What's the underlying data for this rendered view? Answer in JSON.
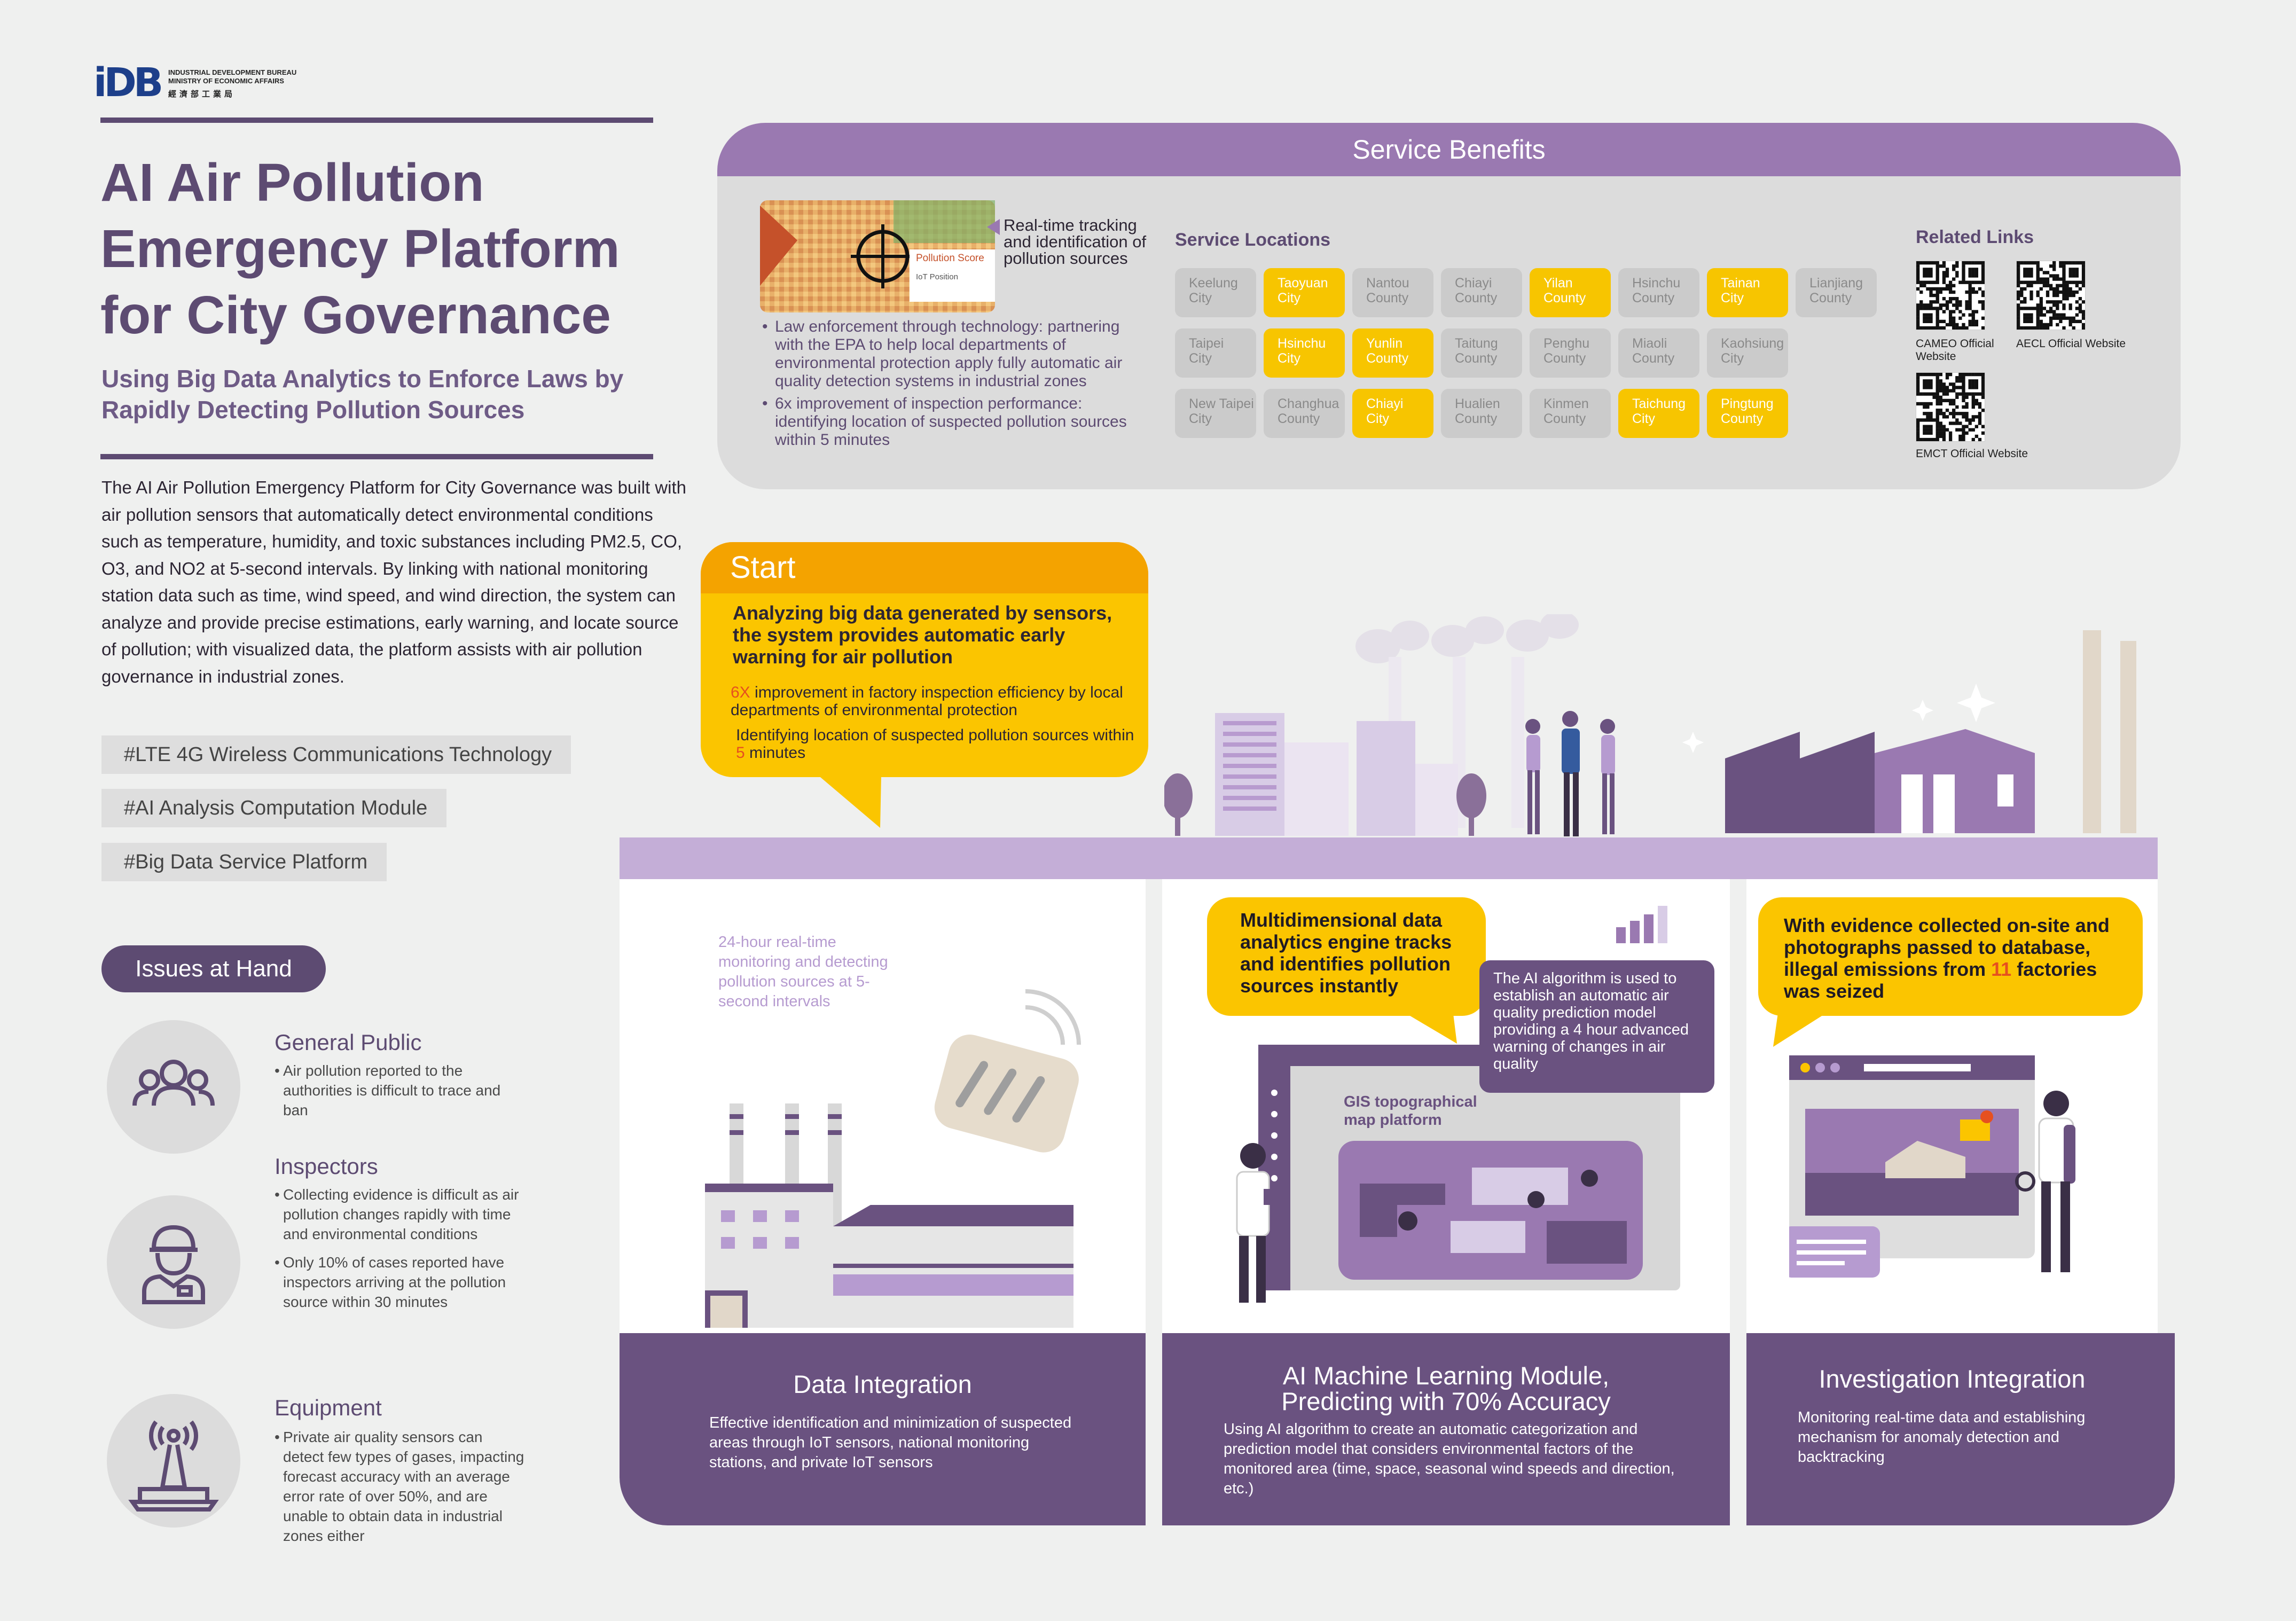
{
  "logo": {
    "mark_a": "iD",
    "mark_b": "B",
    "en_line1": "INDUSTRIAL DEVELOPMENT BUREAU",
    "en_line2": "MINISTRY OF ECONOMIC AFFAIRS",
    "zh": "經濟部工業局"
  },
  "title_lines": [
    "AI Air Pollution",
    "Emergency Platform",
    "for City Governance"
  ],
  "subtitle": "Using Big Data Analytics to Enforce Laws by Rapidly Detecting Pollution Sources",
  "intro": "The AI Air Pollution Emergency Platform for City Governance was built with air pollution sensors that automatically detect environmental conditions such as temperature, humidity, and toxic substances including PM2.5, CO, O3, and NO2 at 5-second intervals. By linking with national monitoring station data such as time, wind speed, and wind direction, the system can analyze and provide precise estimations, early warning, and locate source of pollution; with visualized data, the platform assists with air pollution governance in industrial zones.",
  "tags": [
    "#LTE 4G Wireless Communications Technology",
    "#AI Analysis Computation Module",
    "#Big Data Service Platform"
  ],
  "issues": {
    "label": "Issues at Hand",
    "items": [
      {
        "heading": "General Public",
        "bullets": [
          "Air pollution reported to the authorities is difficult to trace and ban"
        ]
      },
      {
        "heading": "Inspectors",
        "bullets": [
          "Collecting evidence is difficult as air pollution changes rapidly with time and environmental conditions",
          "Only 10% of cases reported have inspectors arriving at the pollution source within 30 minutes"
        ]
      },
      {
        "heading": "Equipment",
        "bullets": [
          "Private air quality sensors can detect few types of gases, impacting forecast accuracy with an average error rate of over 50%, and are unable to obtain data in industrial zones either"
        ]
      }
    ]
  },
  "service": {
    "title": "Service Benefits",
    "map_label": "Pollution Score",
    "map_small": "IoT Position",
    "map_caption": "Real-time tracking and identification of pollution sources",
    "bullets": [
      "Law enforcement through technology: partnering with the EPA to help local departments of environmental protection apply fully automatic air quality detection systems in industrial zones",
      "6x improvement of inspection performance: identifying location of suspected pollution sources within 5 minutes"
    ],
    "locations_title": "Service Locations",
    "locations": [
      [
        {
          "name": "Keelung\nCity",
          "on": false
        },
        {
          "name": "Taoyuan\nCity",
          "on": true
        },
        {
          "name": "Nantou\nCounty",
          "on": false
        },
        {
          "name": "Chiayi\nCounty",
          "on": false
        },
        {
          "name": "Yilan\nCounty",
          "on": true
        },
        {
          "name": "Hsinchu\nCounty",
          "on": false
        },
        {
          "name": "Tainan\nCity",
          "on": true
        },
        {
          "name": "Lianjiang\nCounty",
          "on": false
        }
      ],
      [
        {
          "name": "Taipei\nCity",
          "on": false
        },
        {
          "name": "Hsinchu\nCity",
          "on": true
        },
        {
          "name": "Yunlin\nCounty",
          "on": true
        },
        {
          "name": "Taitung\nCounty",
          "on": false
        },
        {
          "name": "Penghu\nCounty",
          "on": false
        },
        {
          "name": "Miaoli\nCounty",
          "on": false
        },
        {
          "name": "Kaohsiung\nCity",
          "on": false
        }
      ],
      [
        {
          "name": "New Taipei\nCity",
          "on": false
        },
        {
          "name": "Changhua\nCounty",
          "on": false
        },
        {
          "name": "Chiayi\nCity",
          "on": true
        },
        {
          "name": "Hualien\nCounty",
          "on": false
        },
        {
          "name": "Kinmen\nCounty",
          "on": false
        },
        {
          "name": "Taichung\nCity",
          "on": true
        },
        {
          "name": "Pingtung\nCounty",
          "on": true
        }
      ]
    ],
    "links_title": "Related Links",
    "links": [
      "CAMEO Official Website",
      "AECL Official Website",
      "EMCT Official Website"
    ]
  },
  "start": {
    "label": "Start",
    "main": "Analyzing big data generated by sensors, the system provides automatic early warning for air pollution",
    "point1_hl": "6X",
    "point1": " improvement in factory inspection efficiency by local departments of environmental protection",
    "point2_a": "Identifying location of suspected pollution sources within ",
    "point2_hl": "5",
    "point2_b": " minutes"
  },
  "col1": {
    "note": "24-hour real-time monitoring and detecting pollution sources at 5-second intervals",
    "heading": "Data Integration",
    "text": "Effective identification and minimization of suspected areas through IoT sensors, national monitoring stations, and private IoT sensors"
  },
  "col2": {
    "bubble": "Multidimensional data analytics engine tracks and identifies pollution sources instantly",
    "box": "The AI algorithm is used to establish an automatic air quality prediction model providing a 4 hour advanced warning of changes in air quality",
    "gis": "GIS topographical map platform",
    "heading_lines": [
      "AI Machine Learning Module,",
      "Predicting with 70% Accuracy"
    ],
    "text": "Using AI algorithm to create an automatic categorization and prediction model that considers environmental factors of the monitored area (time, space, seasonal wind speeds and direction, etc.)"
  },
  "col3": {
    "bubble_a": "With evidence collected on-site and photographs passed to database, illegal emissions from ",
    "bubble_hl": "11",
    "bubble_b": " factories was seized",
    "heading": "Investigation Integration",
    "text": "Monitoring real-time data and establishing mechanism for anomaly detection and backtracking"
  },
  "colors": {
    "purple": "#5d4b72",
    "lilac": "#9a79b1",
    "yellow": "#fbc500",
    "orange": "#f4a300"
  }
}
